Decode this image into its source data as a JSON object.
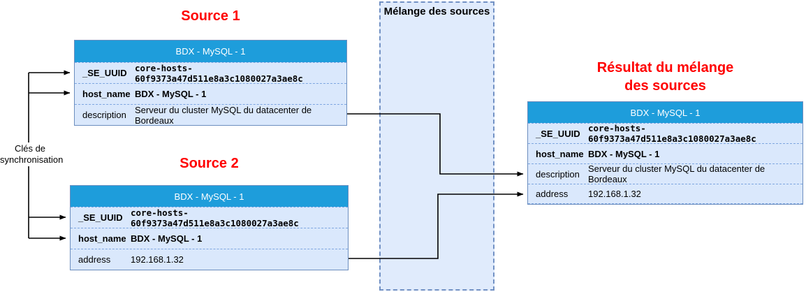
{
  "diagram": {
    "source1": {
      "title": "Source 1",
      "header": "BDX - MySQL - 1",
      "rows": [
        {
          "label": "_SE_UUID",
          "value": "core-hosts-60f9373a47d511e8a3c1080027a3ae8c"
        },
        {
          "label": "host_name",
          "value": "BDX - MySQL - 1"
        },
        {
          "label": "description",
          "value": "Serveur du cluster MySQL du datacenter de Bordeaux"
        }
      ]
    },
    "source2": {
      "title": "Source 2",
      "header": "BDX - MySQL - 1",
      "rows": [
        {
          "label": "_SE_UUID",
          "value": "core-hosts-60f9373a47d511e8a3c1080027a3ae8c"
        },
        {
          "label": "host_name",
          "value": "BDX - MySQL - 1"
        },
        {
          "label": "address",
          "value": "192.168.1.32"
        }
      ]
    },
    "result": {
      "title_line1": "Résultat du mélange",
      "title_line2": "des sources",
      "header": "BDX - MySQL - 1",
      "rows": [
        {
          "label": "_SE_UUID",
          "value": "core-hosts-60f9373a47d511e8a3c1080027a3ae8c"
        },
        {
          "label": "host_name",
          "value": "BDX - MySQL - 1"
        },
        {
          "label": "description",
          "value": "Serveur du cluster MySQL du datacenter de Bordeaux"
        },
        {
          "label": "address",
          "value": "192.168.1.32"
        }
      ]
    },
    "zone": {
      "title": "Mélange des sources"
    },
    "sync_label": {
      "line1": "Clés de",
      "line2": "synchronisation"
    }
  },
  "colors": {
    "title_red": "#ff0000",
    "header_blue": "#1e9ddb",
    "row_fill": "#dae8fc",
    "row_separator": "#7ea6e0",
    "table_border": "#6c8ebf",
    "zone_border": "#7291c4",
    "connector": "#000000"
  }
}
